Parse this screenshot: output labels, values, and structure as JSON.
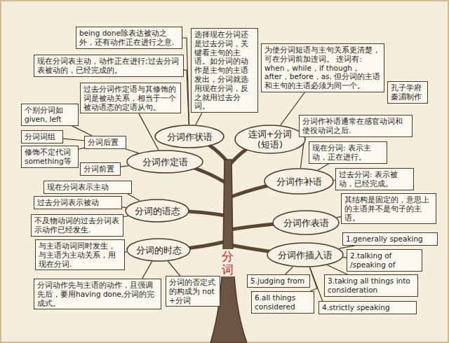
{
  "diagram": {
    "nodes": [
      {
        "text": [
          "being done除表达被动之外，还有动作正在进行之意."
        ]
      },
      {
        "text": [
          "现在分词表主动，动作正在进行;过去分词表被动的，已经完成的。"
        ]
      },
      {
        "text": [
          "选择现在分词还是过去分词，关键看主句的主语。如分词的动作是主句的主语发出，分词就选用现在分词，反之就用过去分词。"
        ]
      },
      {
        "text": [
          "为使分词短语与主句关系更清楚，可在分词前加连词。 连词有: when，while，if though，after，before，as. 但分词的主语和主句的主语必须为同一个。"
        ]
      },
      {
        "text": [
          "孔子学府 秦湄制作"
        ]
      },
      {
        "text": [
          "过去分词作定语与其修饰的词是被动关系，相当于一个被动语态的定语从句。"
        ]
      },
      {
        "text": [
          "个别分词如 given, left"
        ]
      },
      {
        "text": [
          "分词词组"
        ]
      },
      {
        "text": [
          "分词后置"
        ]
      },
      {
        "text": [
          "修饰不定代词 something等"
        ]
      },
      {
        "text": [
          "分词前置"
        ]
      },
      {
        "text": [
          "分词作状语"
        ]
      },
      {
        "text": [
          "连词+分词 (短语)"
        ]
      },
      {
        "text": [
          "分词作补语通常在感官动词和使役动词之后."
        ]
      },
      {
        "text": [
          "分词作定语"
        ]
      },
      {
        "text": [
          "现在分词: 表示主动，正在进行。"
        ]
      },
      {
        "text": [
          "分词作补语"
        ]
      },
      {
        "text": [
          "现在分词表示主动"
        ]
      },
      {
        "text": [
          "过去分词表示被动"
        ]
      },
      {
        "text": [
          "分词的语态"
        ]
      },
      {
        "text": [
          "过去分词: 表示被动，已经完成。"
        ]
      },
      {
        "text": [
          "其结构是固定的，意思上的主语并不是句子的主语。"
        ]
      },
      {
        "text": [
          "分词作表语"
        ]
      },
      {
        "text": [
          "不及物动词的过去分词表示动作已经发生."
        ]
      },
      {
        "text": [
          "1.generally speaking"
        ]
      },
      {
        "text": [
          "与主语动词同时发生，与主语为主动关系，用现在分词."
        ]
      },
      {
        "text": [
          "分词的时态"
        ]
      },
      {
        "text": [
          "分词作插入语"
        ]
      },
      {
        "text": [
          "2.talking of /speaking of"
        ]
      },
      {
        "text": [
          "5.judging from"
        ]
      },
      {
        "text": [
          "3.taking all things into consideration"
        ]
      },
      {
        "text": [
          "分词动作先与主语的动作，且强调先后，要用having done,分词的完成式。"
        ]
      },
      {
        "text": [
          "分词的否定式的构成为 not +分词"
        ]
      },
      {
        "text": [
          "6.all things considered"
        ]
      },
      {
        "text": [
          "4.strictly speaking"
        ]
      }
    ],
    "edges": [
      {
        "from": 11,
        "to": 0,
        "arrow": "none"
      },
      {
        "from": 11,
        "to": 1,
        "arrow": "none"
      },
      {
        "from": 11,
        "to": 2,
        "arrow": "none"
      },
      {
        "from": 12,
        "to": 3,
        "arrow": "none"
      },
      {
        "from": 14,
        "to": 5,
        "arrow": "none"
      },
      {
        "from": 14,
        "to": 8,
        "arrow": "none"
      },
      {
        "from": 14,
        "to": 10,
        "arrow": "none"
      },
      {
        "from": 8,
        "to": 6,
        "arrow": "none"
      },
      {
        "from": 8,
        "to": 7,
        "arrow": "none"
      },
      {
        "from": 8,
        "to": 9,
        "arrow": "none"
      },
      {
        "from": 16,
        "to": 13,
        "arrow": "none"
      },
      {
        "from": 16,
        "to": 15,
        "arrow": "none"
      },
      {
        "from": 16,
        "to": 20,
        "arrow": "none"
      },
      {
        "from": 19,
        "to": 17,
        "arrow": "none"
      },
      {
        "from": 19,
        "to": 18,
        "arrow": "none"
      },
      {
        "from": 19,
        "to": 23,
        "arrow": "none"
      },
      {
        "from": 22,
        "to": 21,
        "arrow": "none"
      },
      {
        "from": 26,
        "to": 25,
        "arrow": "none"
      },
      {
        "from": 26,
        "to": 31,
        "arrow": "none"
      },
      {
        "from": 26,
        "to": 32,
        "arrow": "none"
      },
      {
        "from": 27,
        "to": 24,
        "arrow": "none"
      },
      {
        "from": 27,
        "to": 28,
        "arrow": "none"
      },
      {
        "from": 27,
        "to": 30,
        "arrow": "none"
      },
      {
        "from": 27,
        "to": 34,
        "arrow": "none"
      },
      {
        "from": 27,
        "to": 33,
        "arrow": "none"
      },
      {
        "from": 27,
        "to": 29,
        "arrow": "none"
      }
    ],
    "labels": [
      "分词"
    ]
  }
}
